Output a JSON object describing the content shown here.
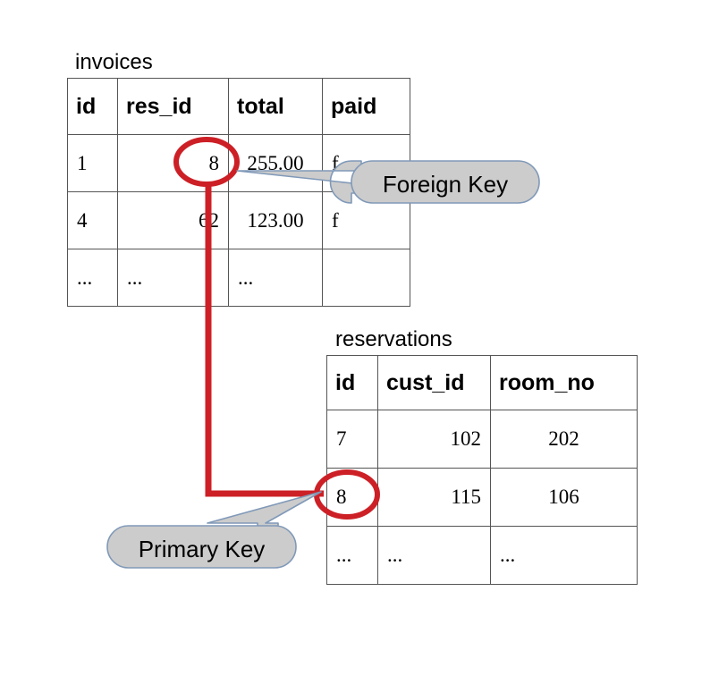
{
  "diagram": {
    "title_fk": "Foreign Key",
    "title_pk": "Primary Key",
    "accent_red": "#cc2026",
    "callout_fill": "#cccccc",
    "callout_stroke": "#8099b8",
    "table_border": "#555555"
  },
  "tables": [
    {
      "id": "invoices",
      "name": "invoices",
      "columns": [
        {
          "key": "id",
          "label": "id",
          "align": "left"
        },
        {
          "key": "res_id",
          "label": "res_id",
          "align": "right"
        },
        {
          "key": "total",
          "label": "total",
          "align": "center"
        },
        {
          "key": "paid",
          "label": "paid",
          "align": "left"
        }
      ],
      "rows": [
        {
          "id": "1",
          "res_id": "8",
          "total": "255.00",
          "paid": "f"
        },
        {
          "id": "4",
          "res_id": "62",
          "total": "123.00",
          "paid": "f"
        },
        {
          "id": "...",
          "res_id": "...",
          "total": "...",
          "paid": ""
        }
      ]
    },
    {
      "id": "reservations",
      "name": "reservations",
      "columns": [
        {
          "key": "id",
          "label": "id",
          "align": "left"
        },
        {
          "key": "cust_id",
          "label": "cust_id",
          "align": "right"
        },
        {
          "key": "room_no",
          "label": "room_no",
          "align": "center"
        }
      ],
      "rows": [
        {
          "id": "7",
          "cust_id": "102",
          "room_no": "202"
        },
        {
          "id": "8",
          "cust_id": "115",
          "room_no": "106"
        },
        {
          "id": "...",
          "cust_id": "...",
          "room_no": "..."
        }
      ]
    }
  ],
  "annotations": {
    "highlight_fk_value": "8",
    "highlight_pk_value": "8",
    "relationship": "invoices.res_id -> reservations.id"
  }
}
